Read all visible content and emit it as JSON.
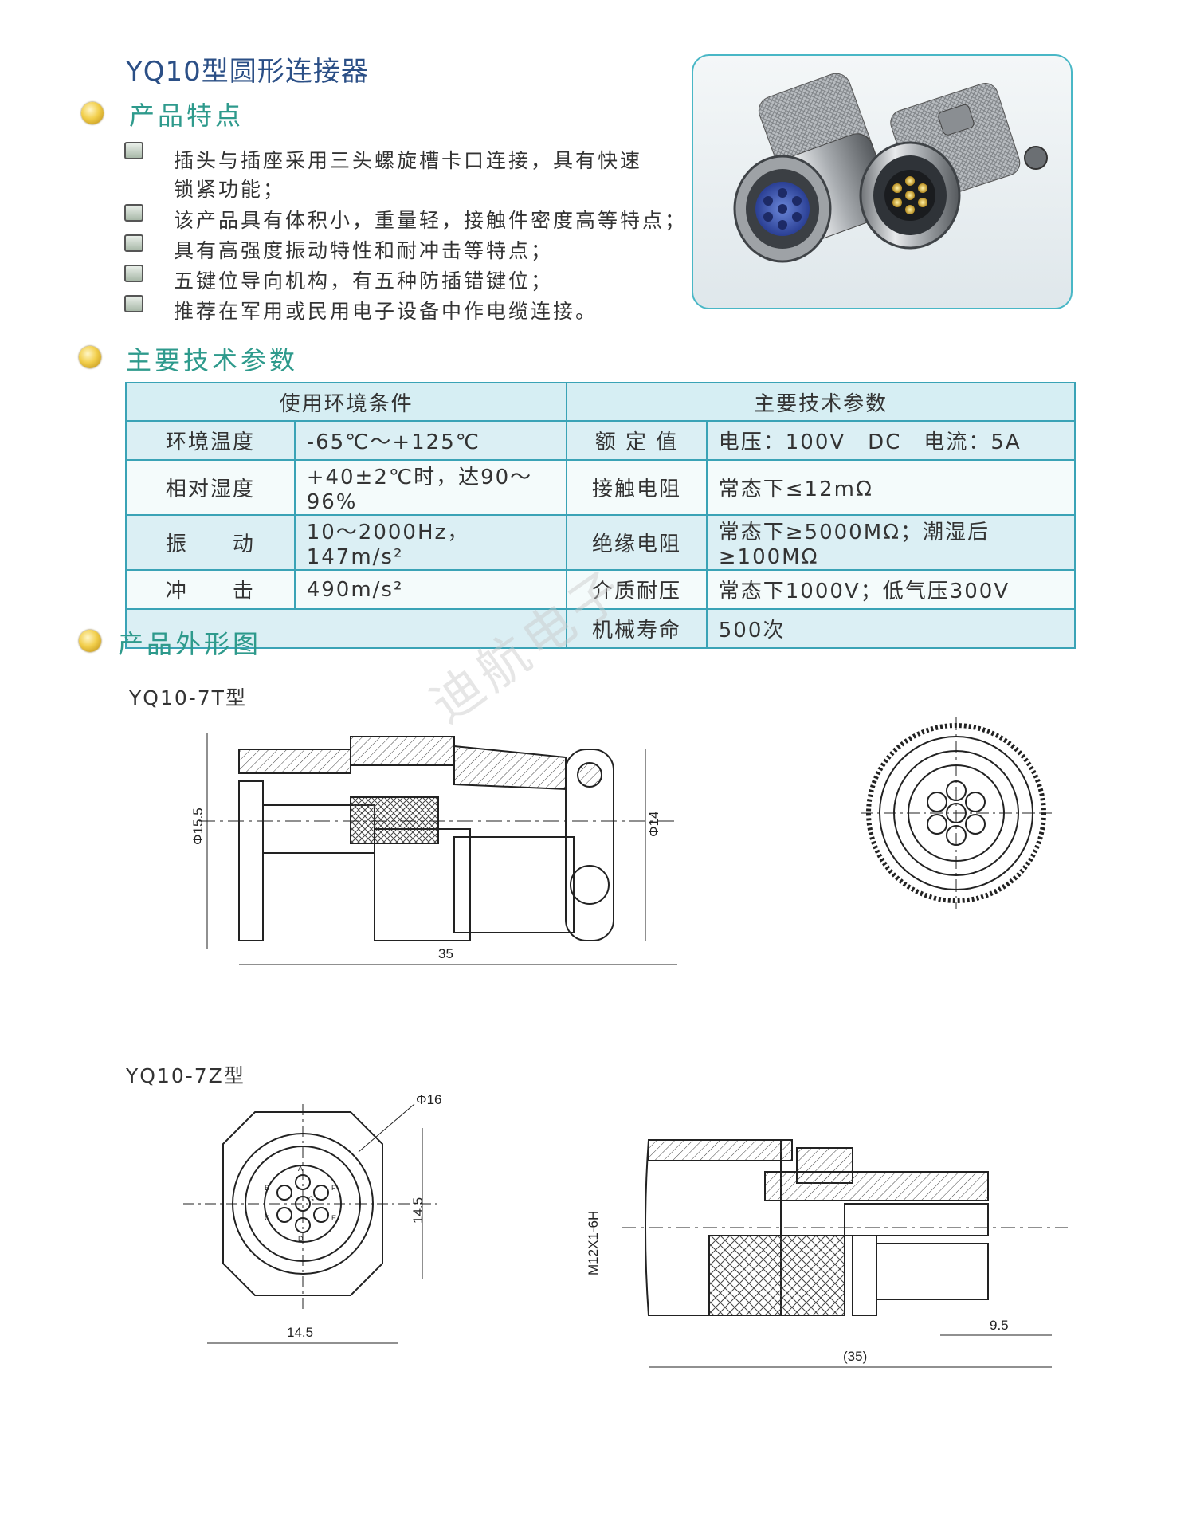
{
  "title": "YQ10型圆形连接器",
  "sections": {
    "features": "产品特点",
    "specs": "主要技术参数",
    "drawings": "产品外形图"
  },
  "features": [
    "插头与插座采用三头螺旋槽卡口连接，具有快速",
    "锁紧功能；",
    "该产品具有体积小，重量轻，接触件密度高等特点；",
    "具有高强度振动特性和耐冲击等特点；",
    "五键位导向机构，有五种防插错键位；",
    "推荐在军用或民用电子设备中作电缆连接。"
  ],
  "table": {
    "head_left": "使用环境条件",
    "head_right": "主要技术参数",
    "rows": [
      {
        "l_label": "环境温度",
        "l_value": "-65℃～+125℃",
        "r_label": "额 定 值",
        "r_value": "电压：100V　DC　电流：5A"
      },
      {
        "l_label": "相对湿度",
        "l_value": "+40±2℃时，达90～96%",
        "r_label": "接触电阻",
        "r_value": "常态下≤12mΩ"
      },
      {
        "l_label": "振　　动",
        "l_value": "10～2000Hz，147m/s²",
        "r_label": "绝缘电阻",
        "r_value": "常态下≥5000MΩ；潮湿后≥100MΩ"
      },
      {
        "l_label": "冲　　击",
        "l_value": "490m/s²",
        "r_label": "介质耐压",
        "r_value": "常态下1000V；低气压300V"
      },
      {
        "l_label": "",
        "l_value": "",
        "r_label": "机械寿命",
        "r_value": "500次"
      }
    ]
  },
  "drawings": {
    "model_t": "YQ10-7T型",
    "model_z": "YQ10-7Z型",
    "dims_t": {
      "dia_left": "Φ15.5",
      "dia_right": "Φ14",
      "length": "35"
    },
    "dims_z": {
      "dia": "Φ16",
      "height": "14.5",
      "width": "14.5",
      "thread": "M12X1-6H",
      "short": "9.5",
      "total": "(35)"
    },
    "pin_letters": [
      "A",
      "B",
      "C",
      "D",
      "E",
      "F",
      "G"
    ]
  },
  "watermark": "迪航电子",
  "colors": {
    "title": "#2b4f86",
    "section": "#2e9a8c",
    "table_border": "#3aa3b6"
  }
}
